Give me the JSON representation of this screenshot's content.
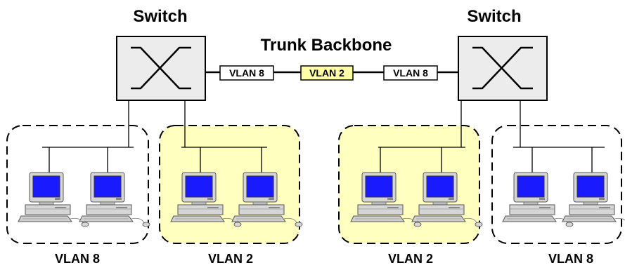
{
  "switches": {
    "left_label": "Switch",
    "right_label": "Switch"
  },
  "trunk": {
    "title": "Trunk Backbone",
    "tags": [
      "VLAN 8",
      "VLAN 2",
      "VLAN 8"
    ]
  },
  "groups": [
    {
      "label": "VLAN 8",
      "color": "#ffffff"
    },
    {
      "label": "VLAN 2",
      "color": "#ffffc0"
    },
    {
      "label": "VLAN 2",
      "color": "#ffffc0"
    },
    {
      "label": "VLAN 8",
      "color": "#ffffff"
    }
  ],
  "colors": {
    "switch_fill": "#ececec",
    "vlan2_tag_fill": "#ffffa8",
    "monitor_screen": "#1a1aff",
    "computer_body": "#d6d6d6"
  },
  "icons": {
    "switch": "switch-icon",
    "computer": "desktop-computer-icon"
  }
}
